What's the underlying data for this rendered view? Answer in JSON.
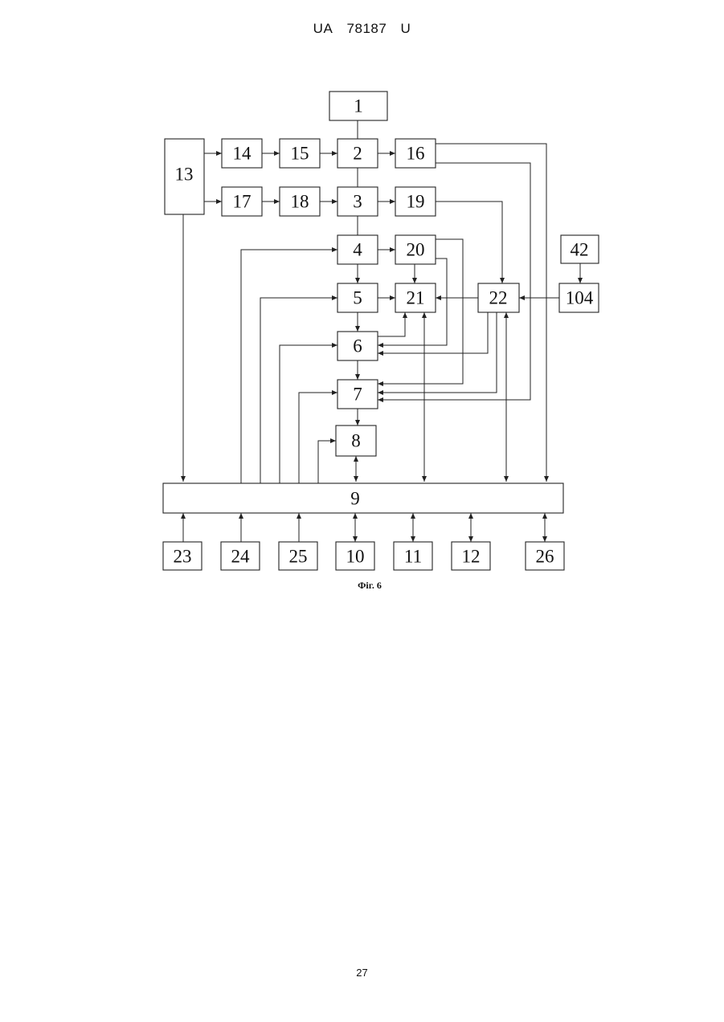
{
  "header": {
    "office": "UA",
    "number": "78187",
    "kind": "U"
  },
  "figure": {
    "caption": "Фіг. 6",
    "blocks": [
      "1",
      "2",
      "3",
      "4",
      "5",
      "6",
      "7",
      "8",
      "9",
      "10",
      "11",
      "12",
      "13",
      "14",
      "15",
      "16",
      "17",
      "18",
      "19",
      "20",
      "21",
      "22",
      "23",
      "24",
      "25",
      "26",
      "42",
      "104"
    ]
  },
  "page_number": "27"
}
